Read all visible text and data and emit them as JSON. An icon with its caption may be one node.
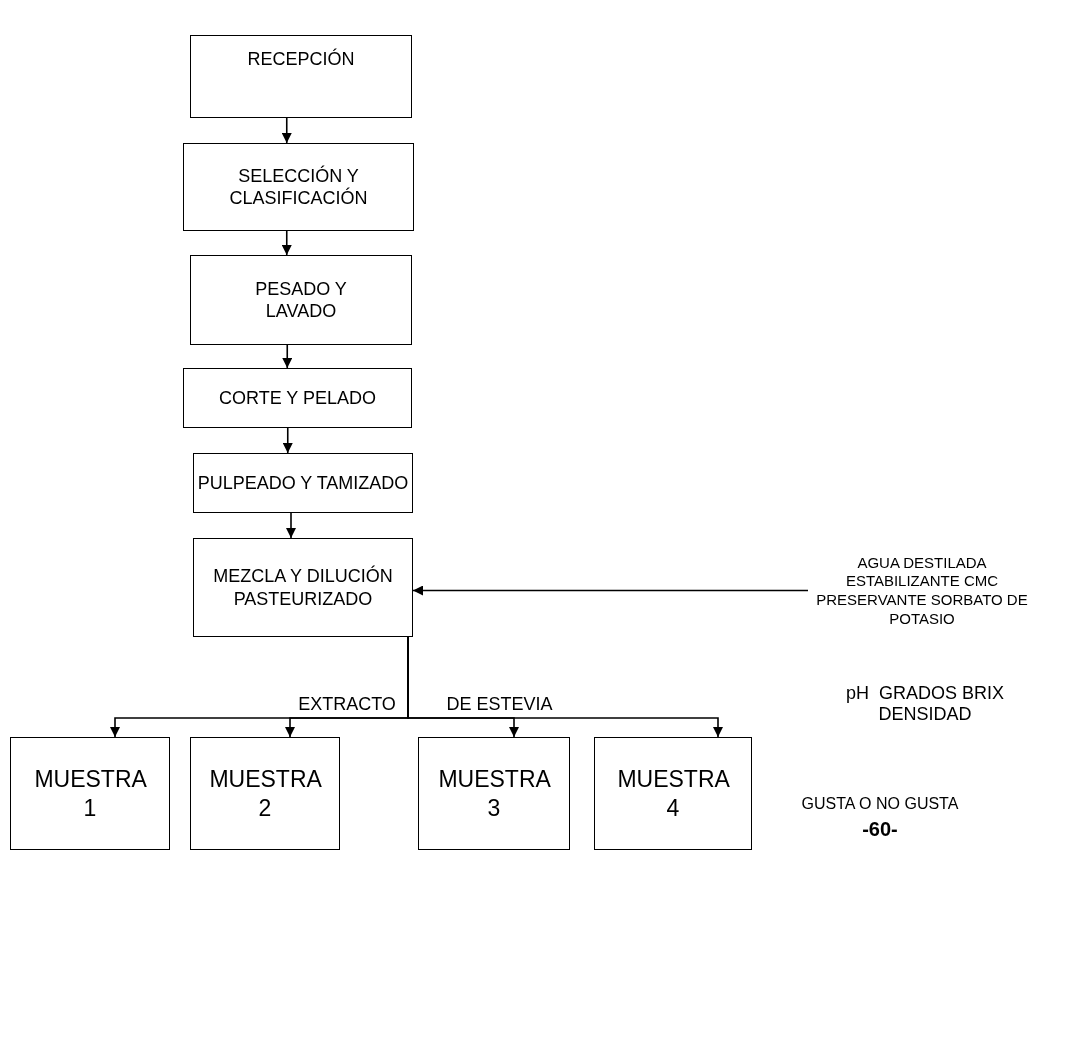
{
  "diagram": {
    "nodes": [
      {
        "text": [
          "RECEPCIÓN"
        ]
      },
      {
        "text": [
          "SELECCIÓN Y CLASIFICACIÓN"
        ]
      },
      {
        "text": [
          "PESADO Y LAVADO"
        ]
      },
      {
        "text": [
          "CORTE Y PELADO"
        ]
      },
      {
        "text": [
          "PULPEADO Y TAMIZADO"
        ]
      },
      {
        "text": [
          "MEZCLA Y DILUCIÓN PASTEURIZADO"
        ]
      },
      {
        "text": [
          "AGUA DESTILADA ESTABILIZANTE CMC PRESERVANTE SORBATO DE POTASIO"
        ]
      },
      {
        "text": [
          "MUESTRA 1"
        ]
      },
      {
        "text": [
          "MUESTRA 2"
        ]
      },
      {
        "text": [
          "MUESTRA 3"
        ]
      },
      {
        "text": [
          "MUESTRA 4"
        ]
      }
    ],
    "edges": [
      {
        "from": 0,
        "to": 1,
        "arrow": "to"
      },
      {
        "from": 1,
        "to": 2,
        "arrow": "to"
      },
      {
        "from": 2,
        "to": 3,
        "arrow": "to"
      },
      {
        "from": 3,
        "to": 4,
        "arrow": "to"
      },
      {
        "from": 4,
        "to": 5,
        "arrow": "to"
      },
      {
        "from": 6,
        "to": 5,
        "arrow": "to"
      },
      {
        "from": 5,
        "to": 7,
        "arrow": "to"
      },
      {
        "from": 5,
        "to": 8,
        "arrow": "to"
      },
      {
        "from": 5,
        "to": 9,
        "arrow": "to"
      },
      {
        "from": 5,
        "to": 10,
        "arrow": "to"
      }
    ],
    "labels": [
      "EXTRACTO",
      "DE ESTEVIA",
      "pH  GRADOS BRIX DENSIDAD",
      "GUSTA O NO GUSTA",
      "-60-"
    ]
  }
}
